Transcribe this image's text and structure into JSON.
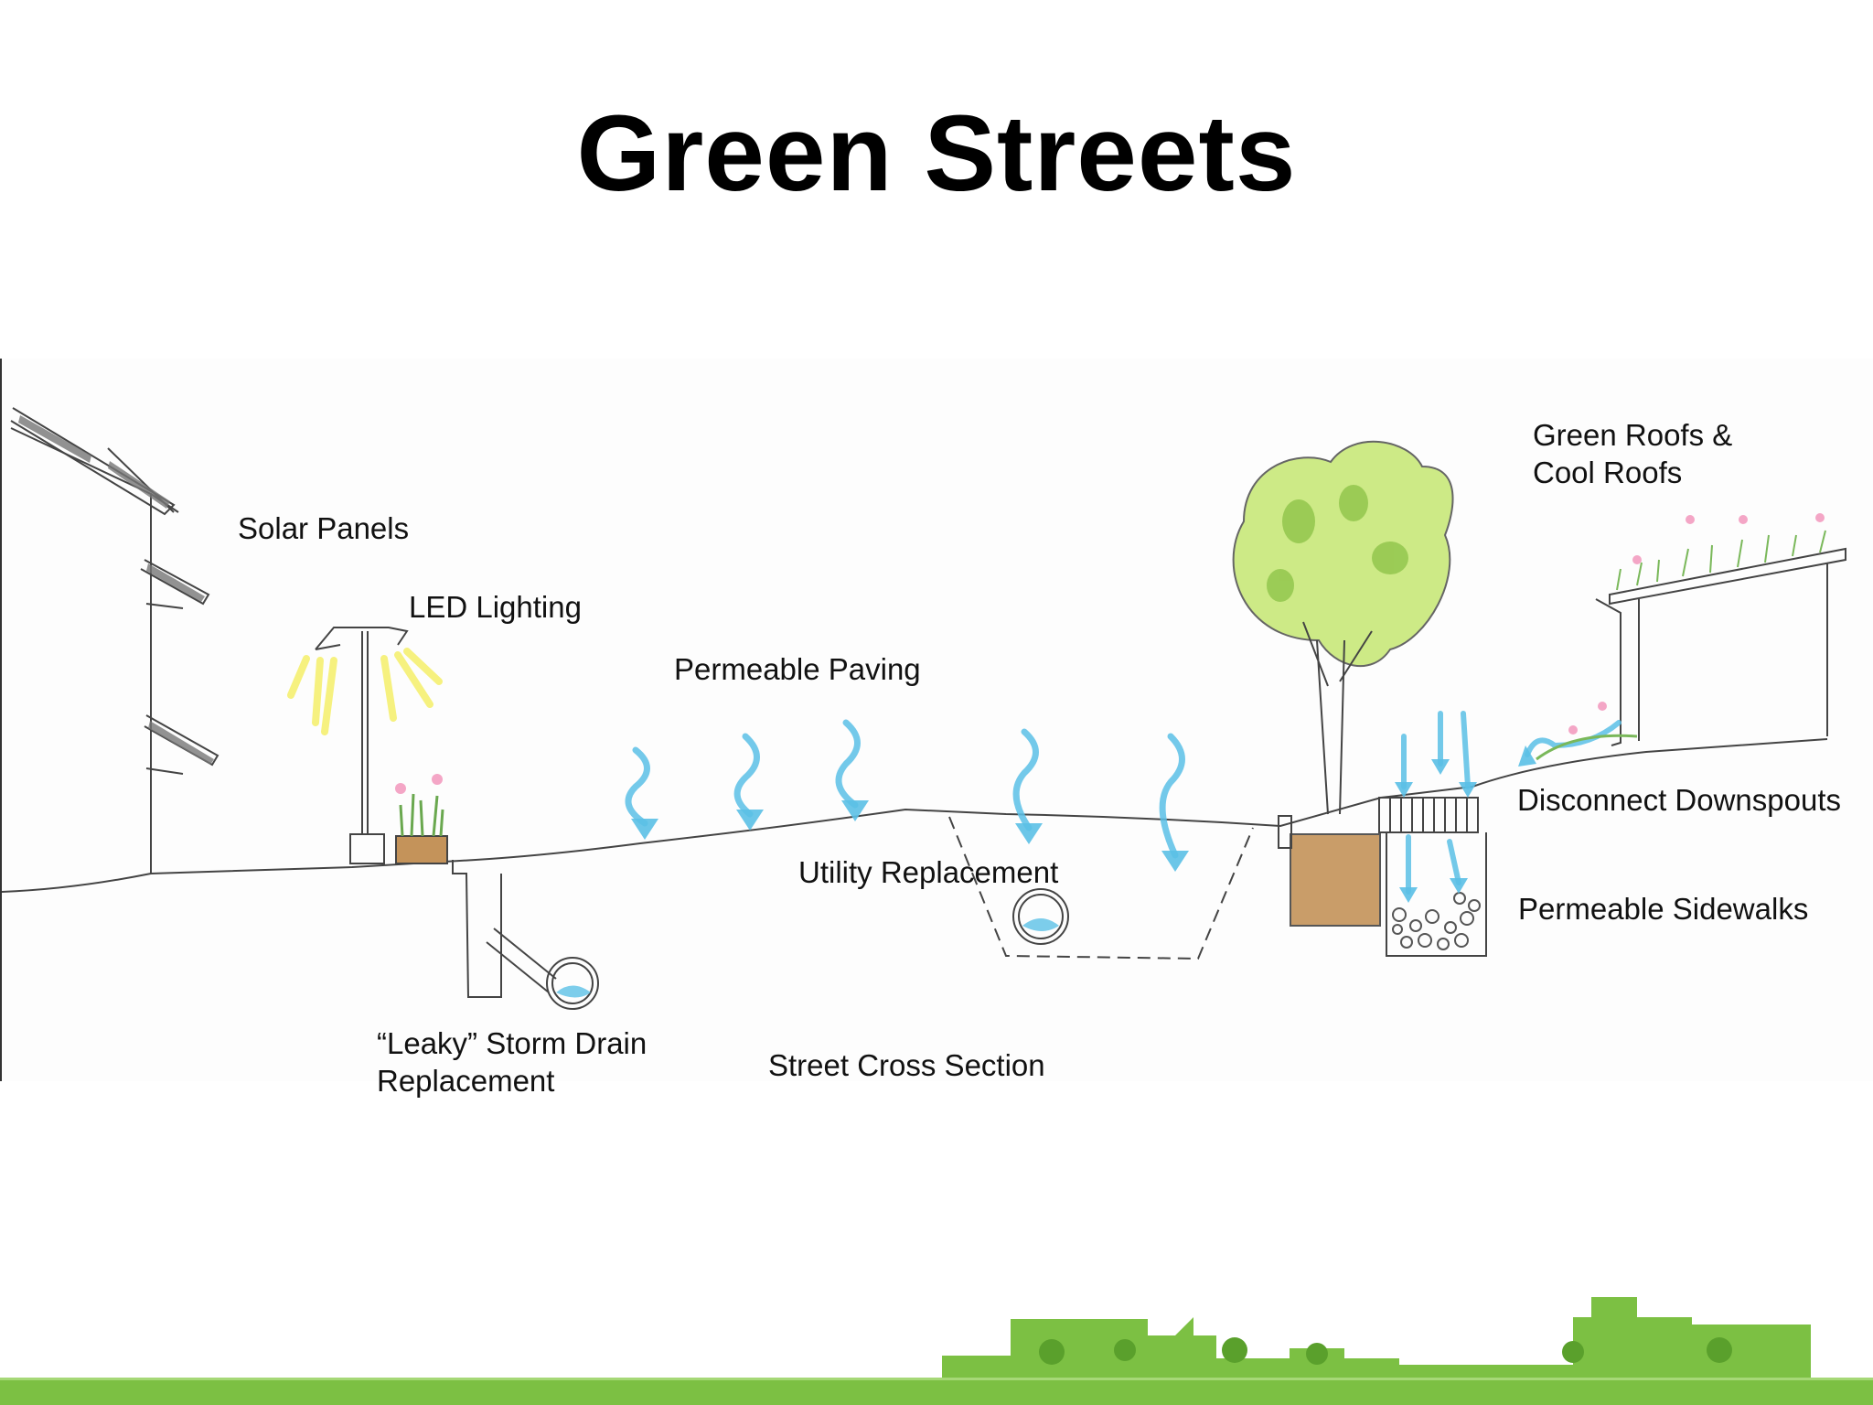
{
  "title": "Green Streets",
  "labels": {
    "solar_panels": "Solar  Panels",
    "led_lighting": "LED Lighting",
    "permeable_paving": "Permeable Paving",
    "utility_replacement": "Utility Replacement",
    "storm_drain_line1": "“Leaky” Storm Drain",
    "storm_drain_line2": "Replacement",
    "street_cross_section": "Street Cross Section",
    "green_roofs_line1": "Green Roofs &",
    "green_roofs_line2": "Cool Roofs",
    "disconnect_downspouts": "Disconnect Downspouts",
    "permeable_sidewalks": "Permeable Sidewalks"
  },
  "colors": {
    "water_arrow": "#5bc0e6",
    "tree_foliage": "#c8e87a",
    "soil": "#c4935a",
    "footer_green": "#7cc043",
    "light_glow": "#f5f06a",
    "line": "#444444"
  }
}
